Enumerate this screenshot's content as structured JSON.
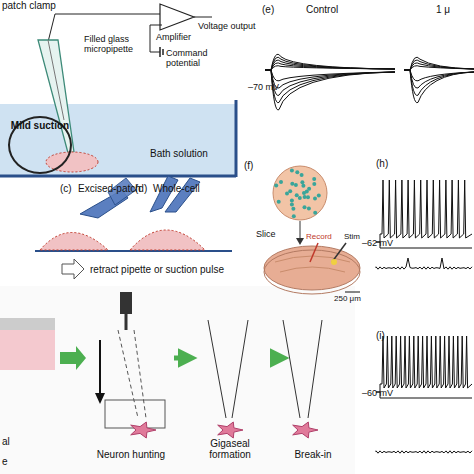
{
  "diagram": {
    "nodes": [
      {
        "text": [
          "Mild suction"
        ]
      },
      {
        "text": [
          "Neuron hunting"
        ]
      },
      {
        "text": [
          "Gigaseal formation"
        ]
      },
      {
        "text": [
          "Break-in"
        ]
      }
    ],
    "edges": [
      {
        "from": 1,
        "to": 2,
        "arrow": "to"
      },
      {
        "from": 2,
        "to": 3,
        "arrow": "to"
      }
    ],
    "labels": [
      "patch clamp",
      "Amplifier",
      "Voltage output",
      "Filled glass micropipette",
      "Command potential",
      "Bath solution",
      "(c)",
      "Excised-patch",
      "(d)",
      "Whole-cell",
      "retract pipette or suction pulse",
      "(e)",
      "Control",
      "1 μ",
      "–70 mV",
      "(f)",
      "Slice",
      "Record",
      "Stim",
      "250 μm",
      "(h)",
      "–62 mV",
      "(i)",
      "–60 mV",
      "al",
      "e"
    ]
  }
}
